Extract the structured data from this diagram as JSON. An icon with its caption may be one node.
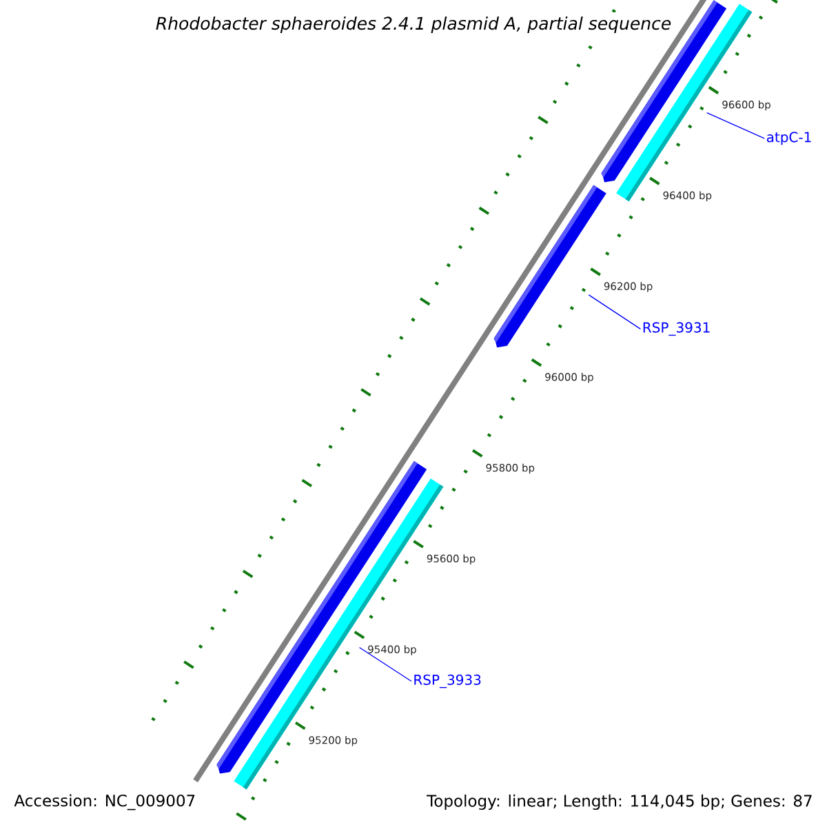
{
  "diagram": {
    "title": "Rhodobacter sphaeroides 2.4.1 plasmid A, partial sequence",
    "nodes": [
      {
        "text": [
          "atpC-1"
        ]
      },
      {
        "text": [
          "RSP_3931"
        ]
      },
      {
        "text": [
          "RSP_3933"
        ]
      },
      {
        "text": [],
        "shape": "bar"
      },
      {
        "text": [],
        "shape": "bar"
      },
      {
        "text": [],
        "shape": "bar"
      },
      {
        "text": [],
        "shape": "bar"
      },
      {
        "text": [],
        "shape": "bar"
      }
    ],
    "edges": [
      {
        "from": 0,
        "to": 4,
        "arrow": "none"
      },
      {
        "from": 1,
        "to": 5,
        "arrow": "none"
      },
      {
        "from": 2,
        "to": 7,
        "arrow": "none"
      }
    ],
    "labels": [
      "96600 bp",
      "96400 bp",
      "96200 bp",
      "96000 bp",
      "95800 bp",
      "95600 bp",
      "95400 bp",
      "95200 bp",
      "Accession: NC_009007",
      "Topology: linear; Length: 114,045 bp; Genes: 87"
    ]
  }
}
